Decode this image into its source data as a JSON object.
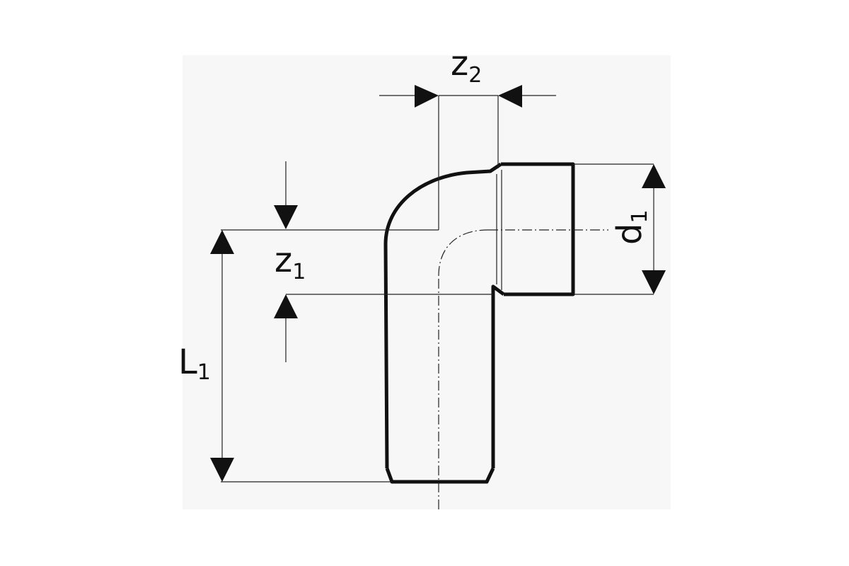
{
  "colors": {
    "background": "#ffffff",
    "panel": "#f7f7f7",
    "line": "#111111",
    "thin_line": "#222222"
  },
  "labels": {
    "z2": {
      "main": "z",
      "sub": "2"
    },
    "z1": {
      "main": "z",
      "sub": "1"
    },
    "l1": {
      "main": "L",
      "sub": "1"
    },
    "d1": {
      "main": "d",
      "sub": "1"
    }
  }
}
